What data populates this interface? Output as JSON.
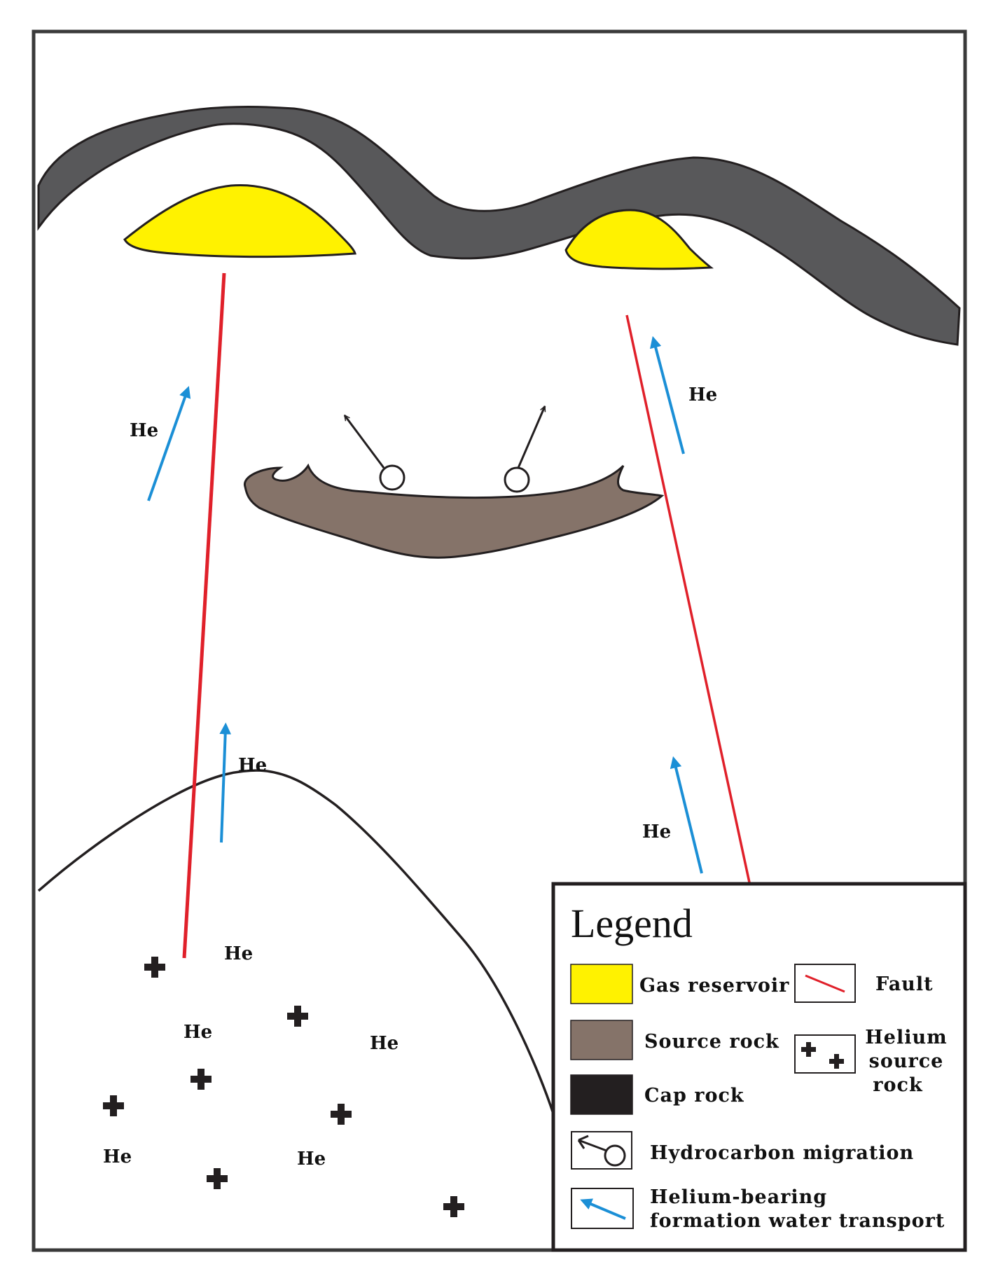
{
  "colors": {
    "gas_reservoir": "#FFF200",
    "source_rock": "#857369",
    "cap_rock": "#231F20",
    "cap_layer": "#58585A",
    "fault": "#E0202A",
    "helium_arrow": "#1B8FD6",
    "outline": "#231F20"
  },
  "labels": {
    "he": "He"
  },
  "legend": {
    "title": "Legend",
    "gas_reservoir": "Gas reservoir",
    "source_rock": "Source rock",
    "cap_rock": "Cap rock",
    "fault": "Fault",
    "helium_source_rock": [
      "Helium",
      "source",
      "rock"
    ],
    "hydrocarbon_migration": "Hydrocarbon migration",
    "helium_water_transport": [
      "Helium-bearing",
      "formation water transport"
    ]
  }
}
